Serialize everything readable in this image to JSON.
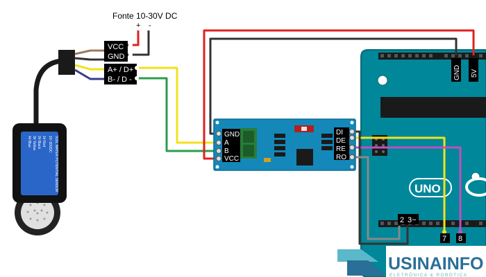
{
  "power_supply": {
    "title": "Fonte 10-30V DC",
    "plus": "+",
    "minus": "-"
  },
  "sensor_terminals": [
    "VCC",
    "GND",
    "A+ / D+",
    "B- / D -"
  ],
  "rs485_module": {
    "left_pins": [
      "GND",
      "A",
      "B",
      "VCC"
    ],
    "right_pins": [
      "DI",
      "DE",
      "RE",
      "RO"
    ]
  },
  "arduino": {
    "header_labels": [
      "GND",
      "5V"
    ],
    "board_name": "UNO",
    "pin_labels": [
      "2",
      "3~",
      "7",
      "8"
    ]
  },
  "sensor_label_lines": [
    "SOIL WATER POTENTIAL SENSOR",
    "10~30VDC",
    "1# Red",
    "2# Black",
    "3# Yellow",
    "4# Blue"
  ],
  "brand": {
    "name": "USINAINFO",
    "tagline": "ELETRÔNICA & ROBÓTICA",
    "color": "#2a6f97",
    "accent": "#5bb8c9"
  },
  "wire_colors": {
    "red": "#e02020",
    "black": "#333333",
    "yellow": "#f2e21a",
    "green": "#2a9d4a",
    "brown": "#a07860",
    "navy": "#3a3a8a",
    "magenta": "#c050c0",
    "gray": "#888888"
  }
}
